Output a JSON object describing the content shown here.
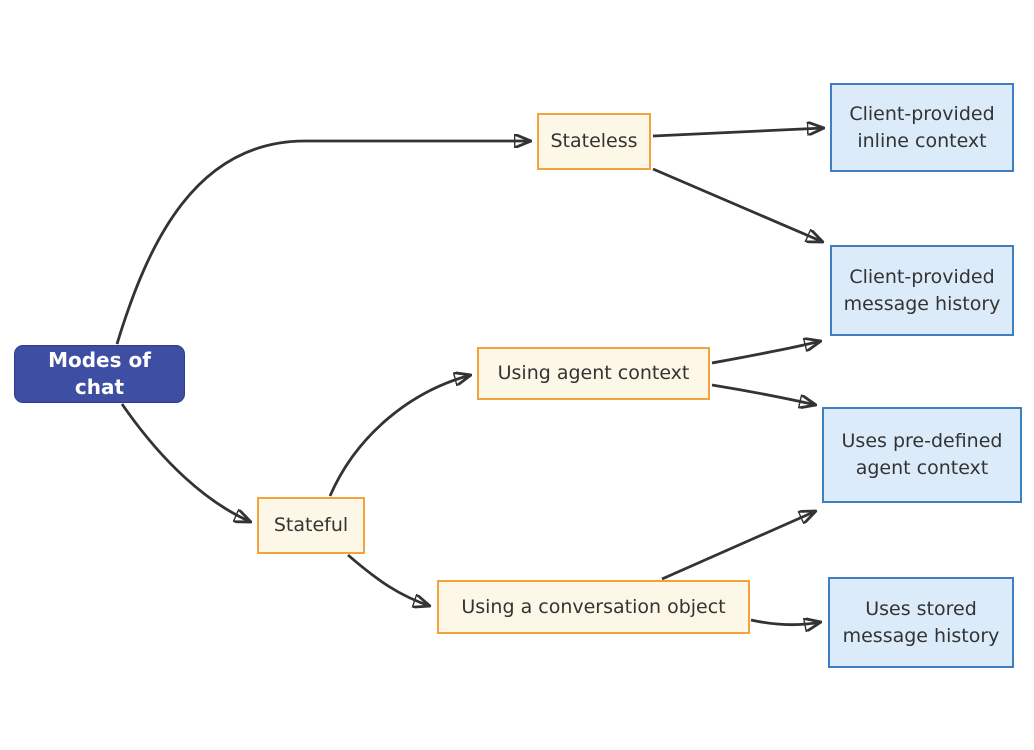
{
  "diagram": {
    "type": "flowchart",
    "direction": "left-to-right",
    "background": "#ffffff",
    "nodes": {
      "root": {
        "label": "Modes of chat",
        "kind": "root"
      },
      "stateless": {
        "label": "Stateless",
        "kind": "branch"
      },
      "stateful": {
        "label": "Stateful",
        "kind": "branch"
      },
      "agent_context": {
        "label": "Using agent context",
        "kind": "branch"
      },
      "conversation": {
        "label": "Using a conversation object",
        "kind": "branch"
      },
      "inline_context": {
        "label": "Client-provided inline context",
        "kind": "leaf"
      },
      "message_history": {
        "label": "Client-provided message history",
        "kind": "leaf"
      },
      "predefined_context": {
        "label": "Uses pre-defined agent context",
        "kind": "leaf"
      },
      "stored_history": {
        "label": "Uses stored message history",
        "kind": "leaf"
      }
    },
    "edges": [
      {
        "from": "root",
        "to": "stateless"
      },
      {
        "from": "root",
        "to": "stateful"
      },
      {
        "from": "stateless",
        "to": "inline_context"
      },
      {
        "from": "stateless",
        "to": "message_history"
      },
      {
        "from": "stateful",
        "to": "agent_context"
      },
      {
        "from": "stateful",
        "to": "conversation"
      },
      {
        "from": "agent_context",
        "to": "message_history"
      },
      {
        "from": "agent_context",
        "to": "predefined_context"
      },
      {
        "from": "conversation",
        "to": "predefined_context"
      },
      {
        "from": "conversation",
        "to": "stored_history"
      }
    ],
    "colors": {
      "root_fill": "#3e4fa3",
      "root_border": "#2e3c8e",
      "root_text": "#ffffff",
      "branch_fill": "#fdf7e7",
      "branch_border": "#f2a43a",
      "leaf_fill": "#dcebfa",
      "leaf_border": "#3f7ec0",
      "node_text": "#333333",
      "edge": "#333333"
    }
  }
}
